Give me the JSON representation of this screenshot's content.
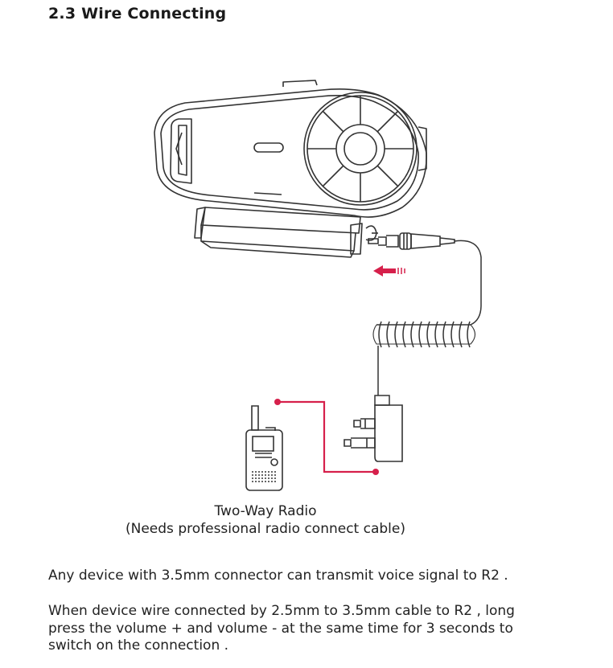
{
  "section": {
    "title": "2.3 Wire Connecting"
  },
  "figure": {
    "caption_line1": "Two-Way Radio",
    "caption_line2": "(Needs professional radio connect cable)",
    "accent_color": "#d6204b",
    "line_color": "#333333",
    "icons": [
      "headset-device-icon",
      "audio-jack-35mm-icon",
      "insert-arrow-icon",
      "coiled-cable-icon",
      "dual-plug-25mm-icon",
      "two-way-radio-icon",
      "connection-line-icon"
    ]
  },
  "body": {
    "paragraph1": "Any device with 3.5mm connector can transmit voice signal to R2 .",
    "paragraph2_line1": "When device wire connected by 2.5mm to 3.5mm cable to R2 , long",
    "paragraph2_line2": "press the volume + and volume - at the same time for 3 seconds to",
    "paragraph2_line3": "switch on the connection ."
  }
}
